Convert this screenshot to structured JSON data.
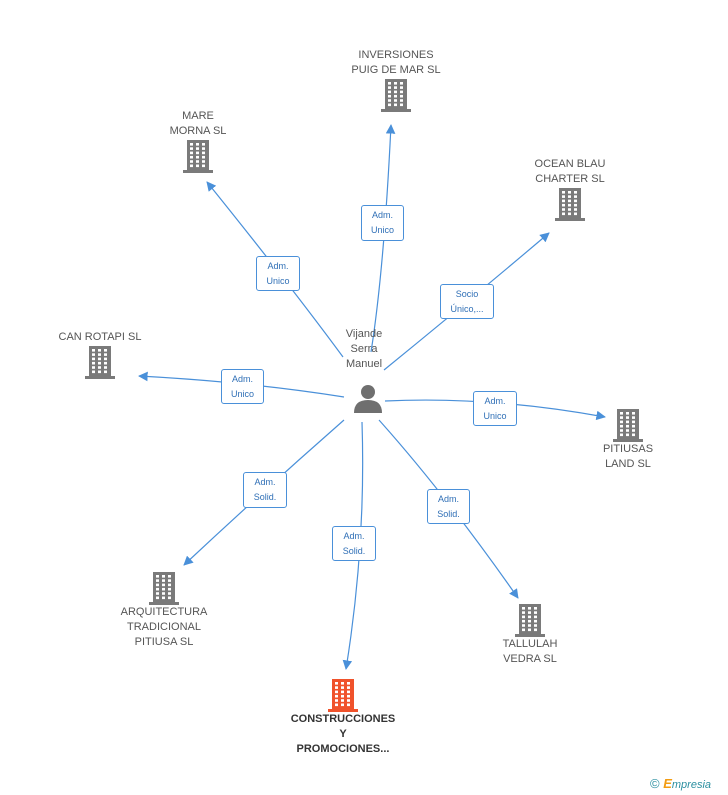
{
  "center": {
    "name": "Vijande\nSerra\nManuel",
    "icon": "person-icon"
  },
  "colors": {
    "edge": "#4a90d9",
    "building": "#7a7a7a",
    "highlight_building": "#f0522b",
    "edge_label_text": "#2f6fb6"
  },
  "companies": [
    {
      "id": "inversiones",
      "name": "INVERSIONES\nPUIG DE MAR SL",
      "relation": "Adm.\nUnico",
      "icon": "building-icon",
      "highlight": false
    },
    {
      "id": "mare",
      "name": "MARE\nMORNA SL",
      "relation": "Adm.\nUnico",
      "icon": "building-icon",
      "highlight": false
    },
    {
      "id": "ocean",
      "name": "OCEAN BLAU\nCHARTER SL",
      "relation": "Socio\nÚnico,...",
      "icon": "building-icon",
      "highlight": false
    },
    {
      "id": "canrotapi",
      "name": "CAN ROTAPI SL",
      "relation": "Adm.\nUnico",
      "icon": "building-icon",
      "highlight": false
    },
    {
      "id": "pitiusas",
      "name": "PITIUSAS\nLAND  SL",
      "relation": "Adm.\nUnico",
      "icon": "building-icon",
      "highlight": false
    },
    {
      "id": "arquitectura",
      "name": "ARQUITECTURA\nTRADICIONAL\nPITIUSA  SL",
      "relation": "Adm.\nSolid.",
      "icon": "building-icon",
      "highlight": false
    },
    {
      "id": "construcciones",
      "name": "CONSTRUCCIONES\nY\nPROMOCIONES...",
      "relation": "Adm.\nSolid.",
      "icon": "building-icon",
      "highlight": true
    },
    {
      "id": "tallulah",
      "name": "TALLULAH\nVEDRA SL",
      "relation": "Adm.\nSolid.",
      "icon": "building-icon",
      "highlight": false
    }
  ],
  "footer": {
    "copyright_symbol": "©",
    "brand_initial": "E",
    "brand_rest": "mpresia",
    "icon": "copyright-icon"
  }
}
